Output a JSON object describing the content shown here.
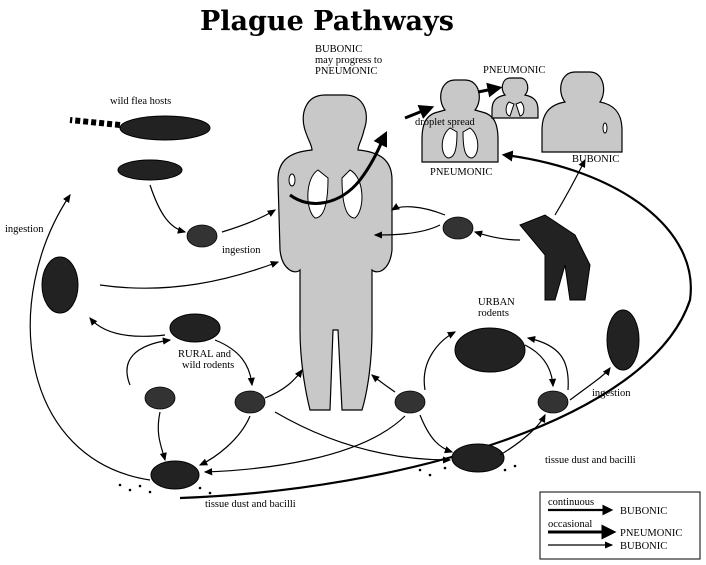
{
  "title": "Plague Pathways",
  "labels": {
    "wild_flea_hosts": "wild flea hosts",
    "ingestion_left": "ingestion",
    "ingestion_center": "ingestion",
    "ingestion_right": "ingestion",
    "rural_line1": "RURAL and",
    "rural_line2": "wild rodents",
    "urban_line1": "URBAN",
    "urban_line2": "rodents",
    "tissue_dust_left": "tissue dust and bacilli",
    "tissue_dust_right": "tissue dust and bacilli",
    "droplet_spread": "droplet spread",
    "bubonic_main_1": "BUBONIC",
    "bubonic_main_2": "may progress to",
    "bubonic_main_3": "PNEUMONIC",
    "pneumonic_mid": "PNEUMONIC",
    "pneumonic_top": "PNEUMONIC",
    "bubonic_right": "BUBONIC"
  },
  "legend": {
    "continuous": "continuous",
    "continuous_target": "BUBONIC",
    "occasional": "occasional",
    "occasional_target1": "PNEUMONIC",
    "occasional_target2": "BUBONIC"
  }
}
